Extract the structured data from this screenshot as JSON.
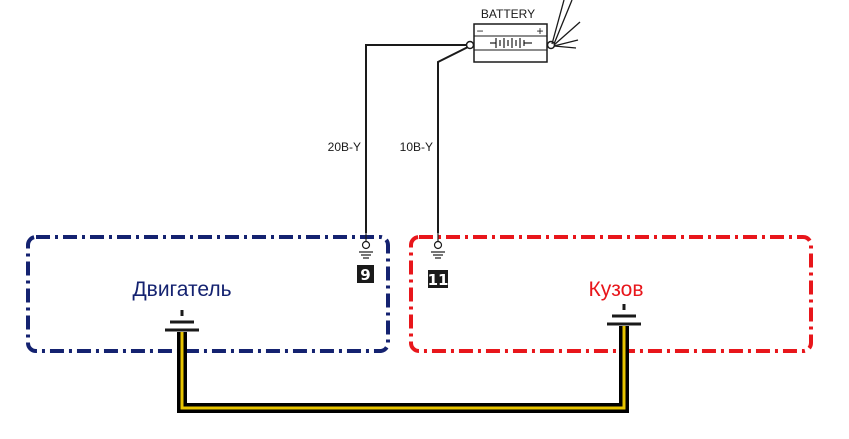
{
  "battery": {
    "label": "BATTERY",
    "minus_sign": "−",
    "plus_sign": "+"
  },
  "wires": [
    {
      "code": "20B-Y"
    },
    {
      "code": "10B-Y"
    }
  ],
  "connectors": [
    {
      "number": "9"
    },
    {
      "number": "11"
    }
  ],
  "zones": {
    "engine": {
      "label": "Двигатель",
      "color": "#142270"
    },
    "body": {
      "label": "Кузов",
      "color": "#e8161b"
    }
  },
  "ground_strap": {
    "outer_color": "#000000",
    "inner_color": "#e7c400"
  }
}
